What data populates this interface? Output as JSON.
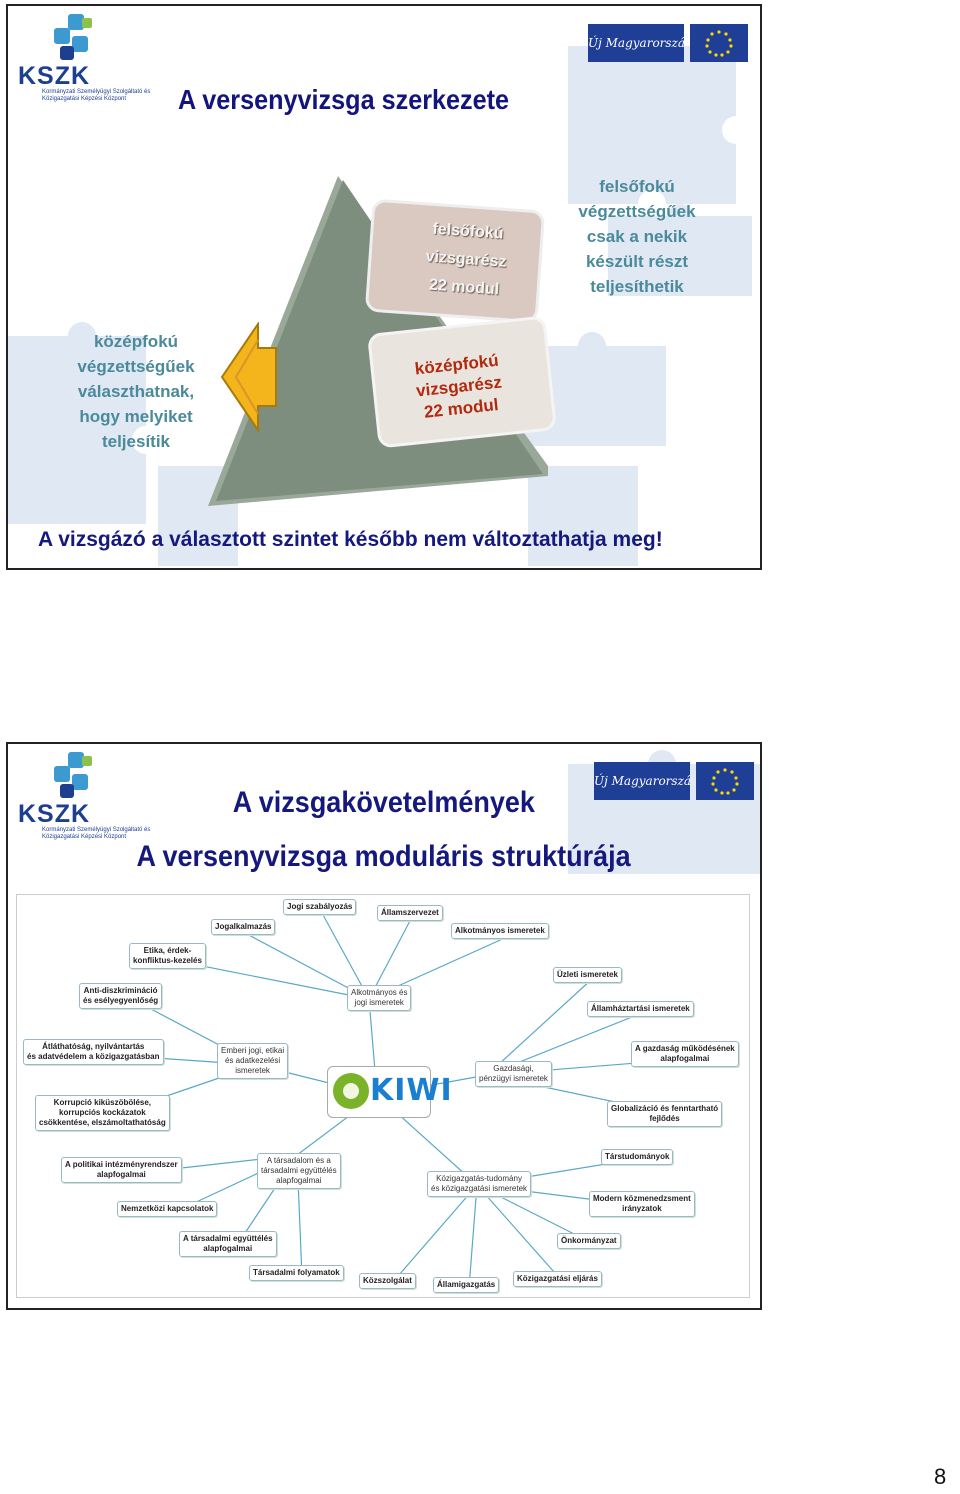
{
  "slide1": {
    "logo": {
      "name": "KSZK",
      "subtitle": "Kormányzati Személyügyi Szolgáltató és Közigazgatási Képzési Központ"
    },
    "partner_logo": "Új Magyarország Fejlesztési Terv",
    "title": "A versenyvizsga szerkezete",
    "upper_box": [
      "felsőfokú",
      "vizsgarész",
      "22 modul"
    ],
    "lower_box": [
      "középfokú vizsgarész",
      "22 modul"
    ],
    "right_note": [
      "felsőfokú",
      "végzettségűek",
      "csak a nekik",
      "készült részt",
      "teljesíthetik"
    ],
    "left_note": [
      "középfokú",
      "végzettségűek",
      "választhatnak,",
      "hogy melyiket",
      "teljesítik"
    ],
    "bottom": "A vizsgázó a választott szintet később nem változtathatja meg!"
  },
  "slide2": {
    "title1": "A vizsgakövetelmények",
    "title2": "A versenyvizsga moduláris struktúrája",
    "kiwi": "KIWI",
    "centers": [
      "Alkotmányos és\njogi ismeretek",
      "Emberi jogi, etikai\nés adatkezelési\nismeretek",
      "Gazdasági,\npénzügyi ismeretek",
      "A társadalom és a\ntársadalmi együttélés\nalapfogalmai",
      "Közigazgatás-tudomány\nés közigazgatási ismeretek"
    ],
    "leaves": [
      "Jogi szabályozás",
      "Államszervezet",
      "Jogalkalmazás",
      "Alkotmányos ismeretek",
      "Etika, érdek-\nkonfliktus-kezelés",
      "Üzleti ismeretek",
      "Anti-diszkrimináció\nés esélyegyenlőség",
      "Államháztartási ismeretek",
      "Átláthatóság, nyilvántartás\nés adatvédelem a közigazgatásban",
      "A gazdaság működésének\nalapfogalmai",
      "Korrupció kiküszöbölése,\nkorrupciós kockázatok\ncsökkentése, elszámoltathatóság",
      "Globalizáció és fenntartható\nfejlődés",
      "Társtudományok",
      "A politikai intézményrendszer\nalapfogalmai",
      "Modern közmenedzsment\nirányzatok",
      "Nemzetközi kapcsolatok",
      "Önkormányzat",
      "A társadalmi együttélés\nalapfogalmai",
      "Társadalmi folyamatok",
      "Közszolgálat",
      "Államigazgatás",
      "Közigazgatási eljárás"
    ]
  },
  "page_number": "8"
}
